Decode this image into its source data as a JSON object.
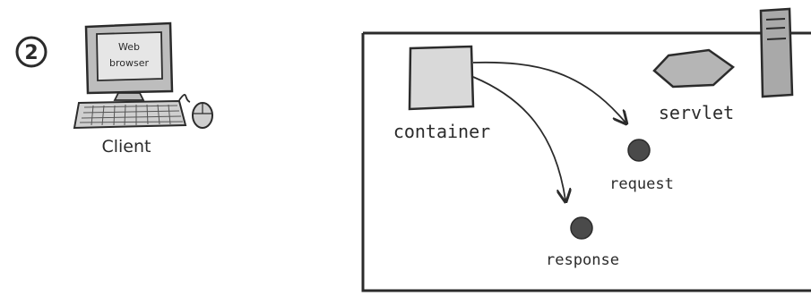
{
  "step": {
    "number": "2"
  },
  "client": {
    "screen_text_line1": "Web",
    "screen_text_line2": "browser",
    "label": "Client",
    "icons": [
      "computer-monitor-icon",
      "keyboard-icon",
      "mouse-icon"
    ]
  },
  "server_side": {
    "container_label": "container",
    "servlet_label": "servlet",
    "request_label": "request",
    "response_label": "response",
    "icons": [
      "container-box-icon",
      "servlet-hexagon-icon",
      "server-tower-icon",
      "request-object-icon",
      "response-object-icon"
    ]
  },
  "colors": {
    "ink": "#2b2b2b",
    "box_fill": "#d9d9d9",
    "monitor_fill": "#bdbdbd",
    "screen_fill": "#e6e6e6",
    "object_fill": "#4a4a4a",
    "server_fill": "#a9a9a9"
  }
}
